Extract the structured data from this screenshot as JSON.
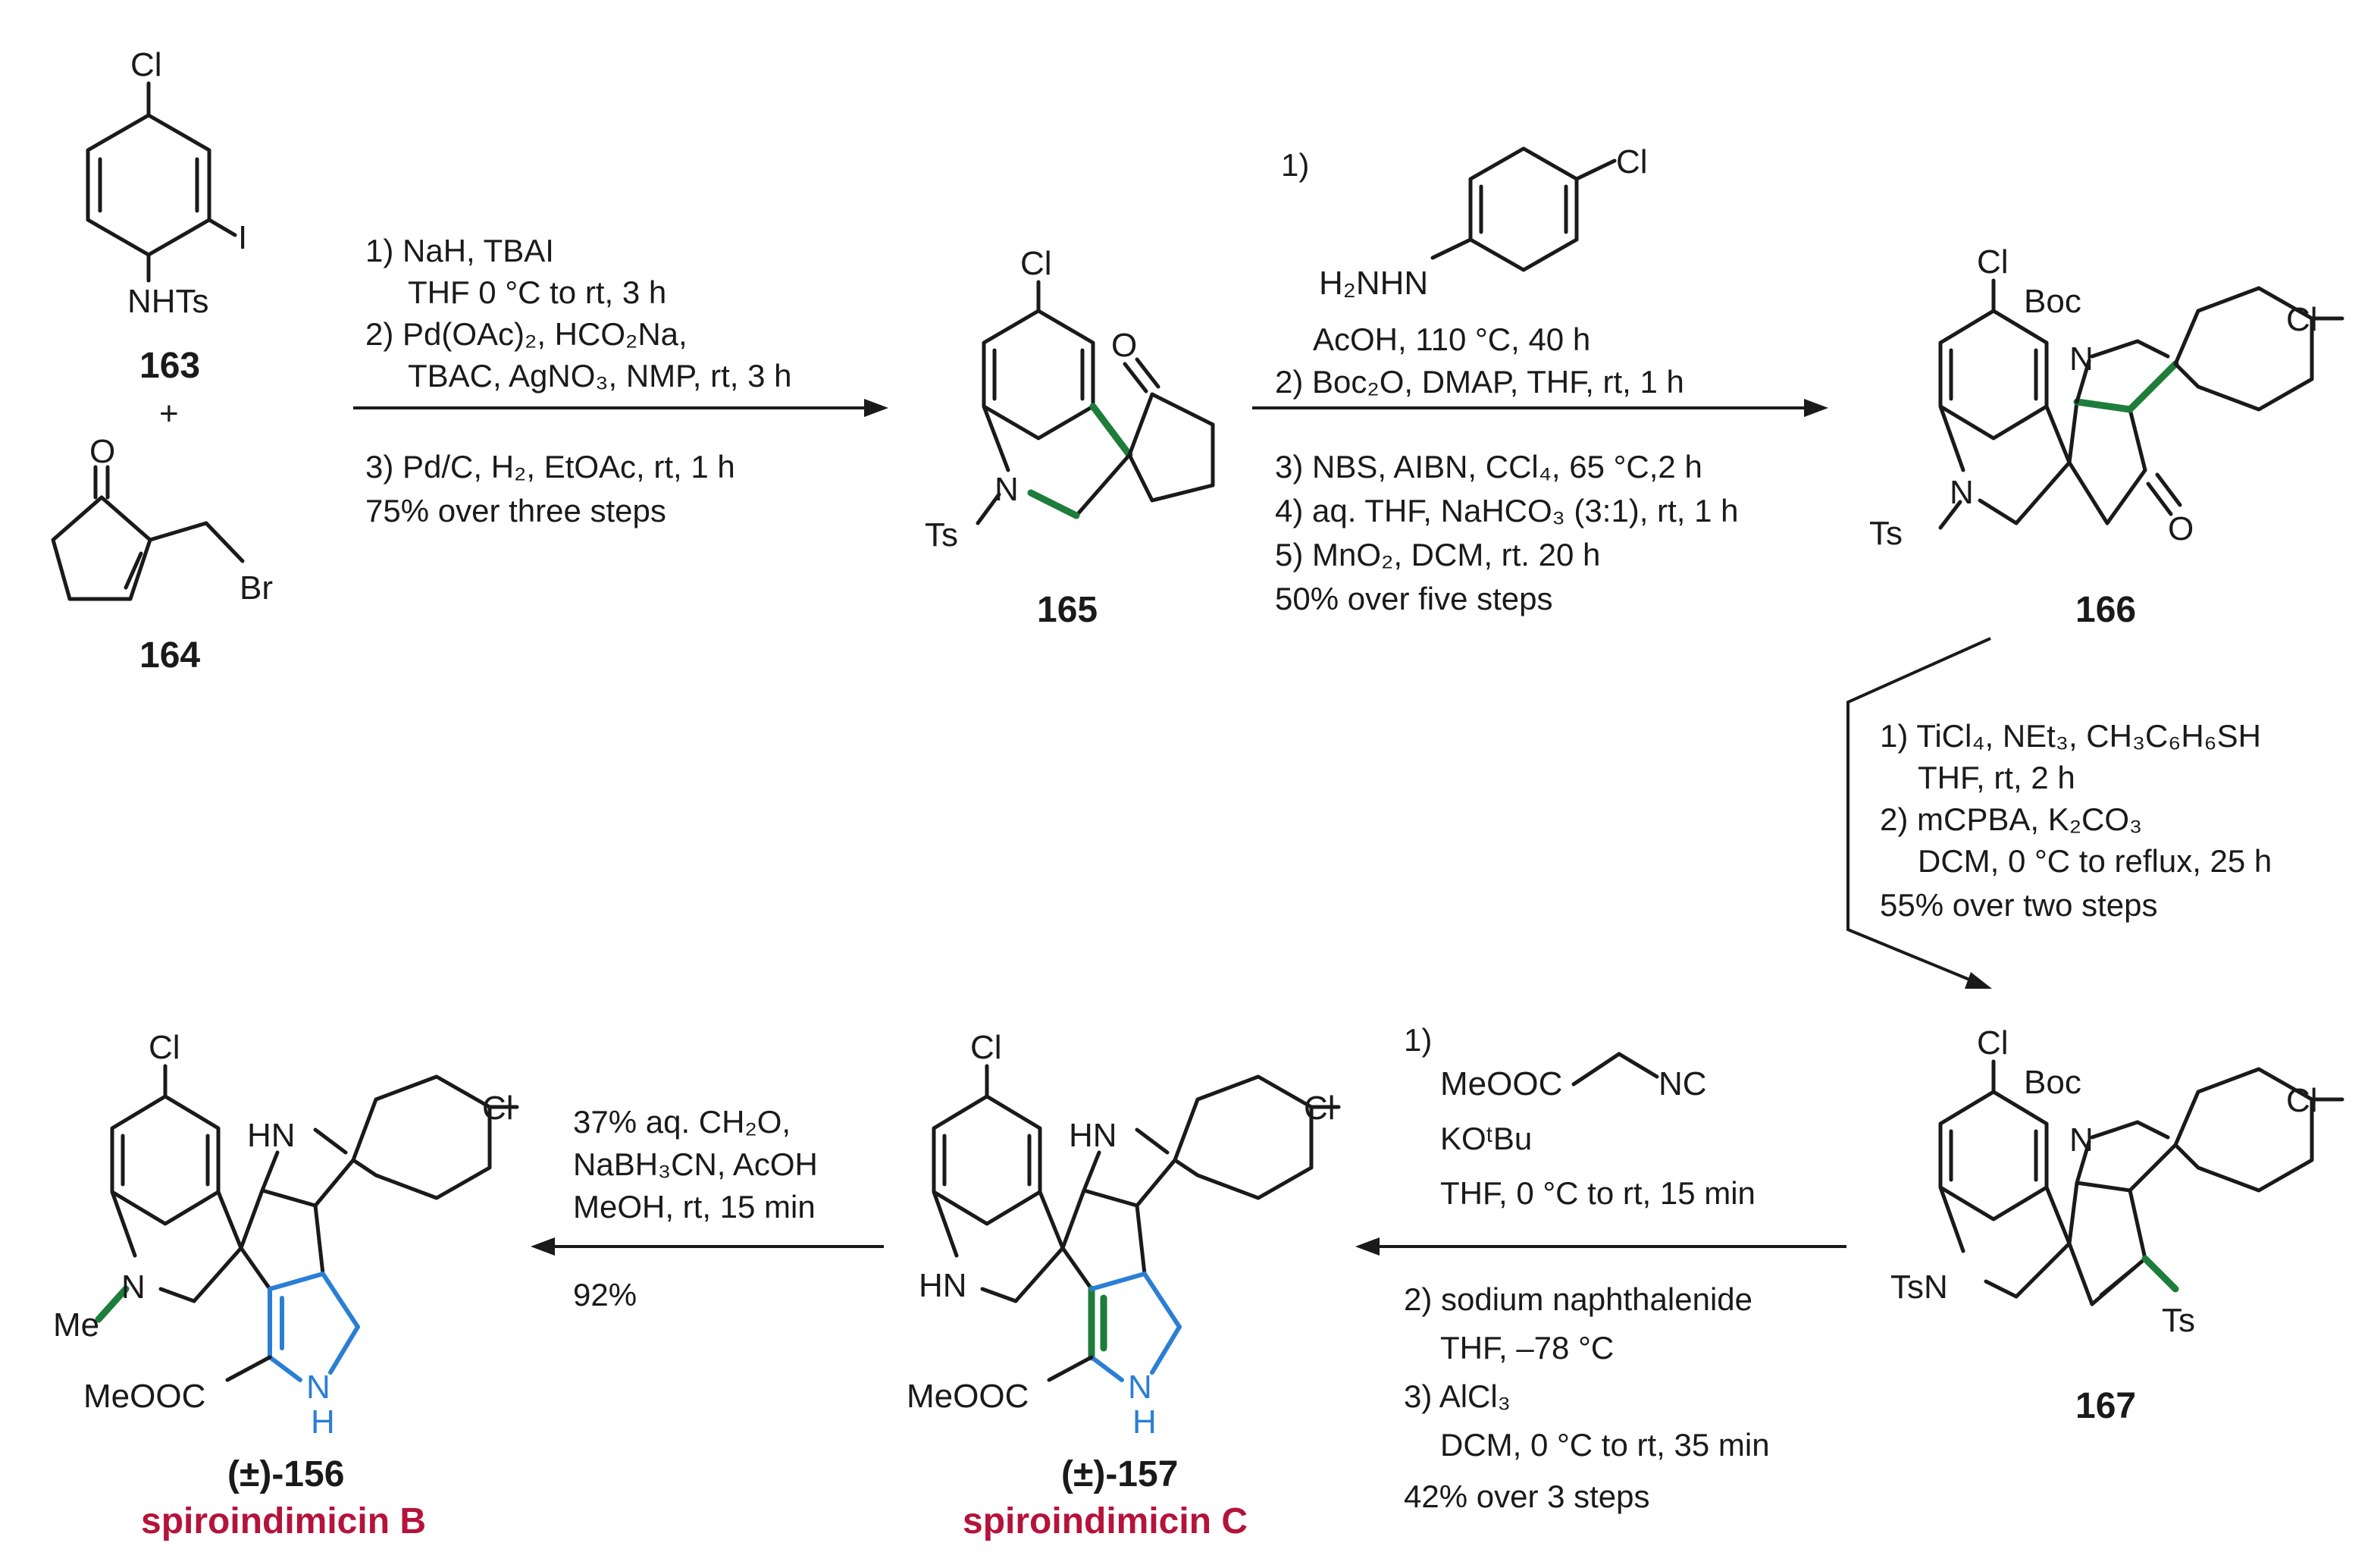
{
  "compounds": {
    "c163": {
      "label": "163",
      "substituents": [
        "Cl",
        "I",
        "NHTs"
      ]
    },
    "plus": "+",
    "c164": {
      "label": "164",
      "substituents": [
        "O",
        "Br"
      ]
    },
    "c165": {
      "label": "165",
      "substituents": [
        "Cl",
        "O",
        "N",
        "Ts"
      ]
    },
    "c166": {
      "label": "166",
      "substituents": [
        "Cl",
        "Boc",
        "N",
        "Cl",
        "N",
        "Ts",
        "O"
      ]
    },
    "c167": {
      "label": "167",
      "substituents": [
        "Cl",
        "Boc",
        "N",
        "Cl",
        "TsN",
        "Ts"
      ]
    },
    "c157": {
      "label": "(±)-157",
      "name": "spiroindimicin C",
      "substituents": [
        "Cl",
        "HN",
        "Cl",
        "HN",
        "MeOOC",
        "N",
        "H"
      ]
    },
    "c156": {
      "label": "(±)-156",
      "name": "spiroindimicin B",
      "substituents": [
        "Cl",
        "HN",
        "Cl",
        "N",
        "Me",
        "MeOOC",
        "N",
        "H"
      ]
    }
  },
  "step1": {
    "above": [
      "1) NaH, TBAI",
      "THF 0 °C to rt, 3 h",
      "2) Pd(OAc)₂, HCO₂Na,",
      "TBAC, AgNO₃, NMP,  rt, 3 h"
    ],
    "below": [
      "3) Pd/C, H₂, EtOAc, rt, 1 h",
      "75% over three steps"
    ]
  },
  "step2": {
    "reagent_num": "1)",
    "reagent_atoms": [
      "Cl",
      "H₂NHN"
    ],
    "above": [
      "AcOH, 110  °C, 40 h",
      "2) Boc₂O, DMAP,  THF,  rt, 1 h"
    ],
    "below": [
      "3) NBS, AIBN, CCl₄, 65 °C,2 h",
      "4) aq. THF,  NaHCO₃ (3:1), rt, 1 h",
      "5) MnO₂, DCM, rt. 20 h",
      "50% over five steps"
    ]
  },
  "step3": {
    "lines": [
      "1) TiCl₄, NEt₃, CH₃C₆H₆SH",
      "THF,  rt, 2 h",
      "2) mCPBA, K₂CO₃",
      "DCM, 0 °C to reflux, 25 h",
      "55% over two steps"
    ]
  },
  "step4": {
    "reagent_num": "1)",
    "reagent_atoms": [
      "MeOOC",
      "NC"
    ],
    "above": [
      "KOᵗBu",
      "THF,  0 °C to rt, 15 min"
    ],
    "below": [
      "2) sodium naphthalenide",
      "THF,  –78 °C",
      "3) AlCl₃",
      "DCM, 0 °C to rt, 35 min",
      "42% over 3 steps"
    ]
  },
  "step5": {
    "above": [
      "37% aq. CH₂O,",
      "NaBH₃CN, AcOH",
      "MeOH, rt, 15 min"
    ],
    "below": [
      "92%"
    ]
  },
  "colors": {
    "highlight_green": "#1e7d3a",
    "highlight_blue": "#2a7fd4",
    "natural_product_name": "#b5133a"
  }
}
